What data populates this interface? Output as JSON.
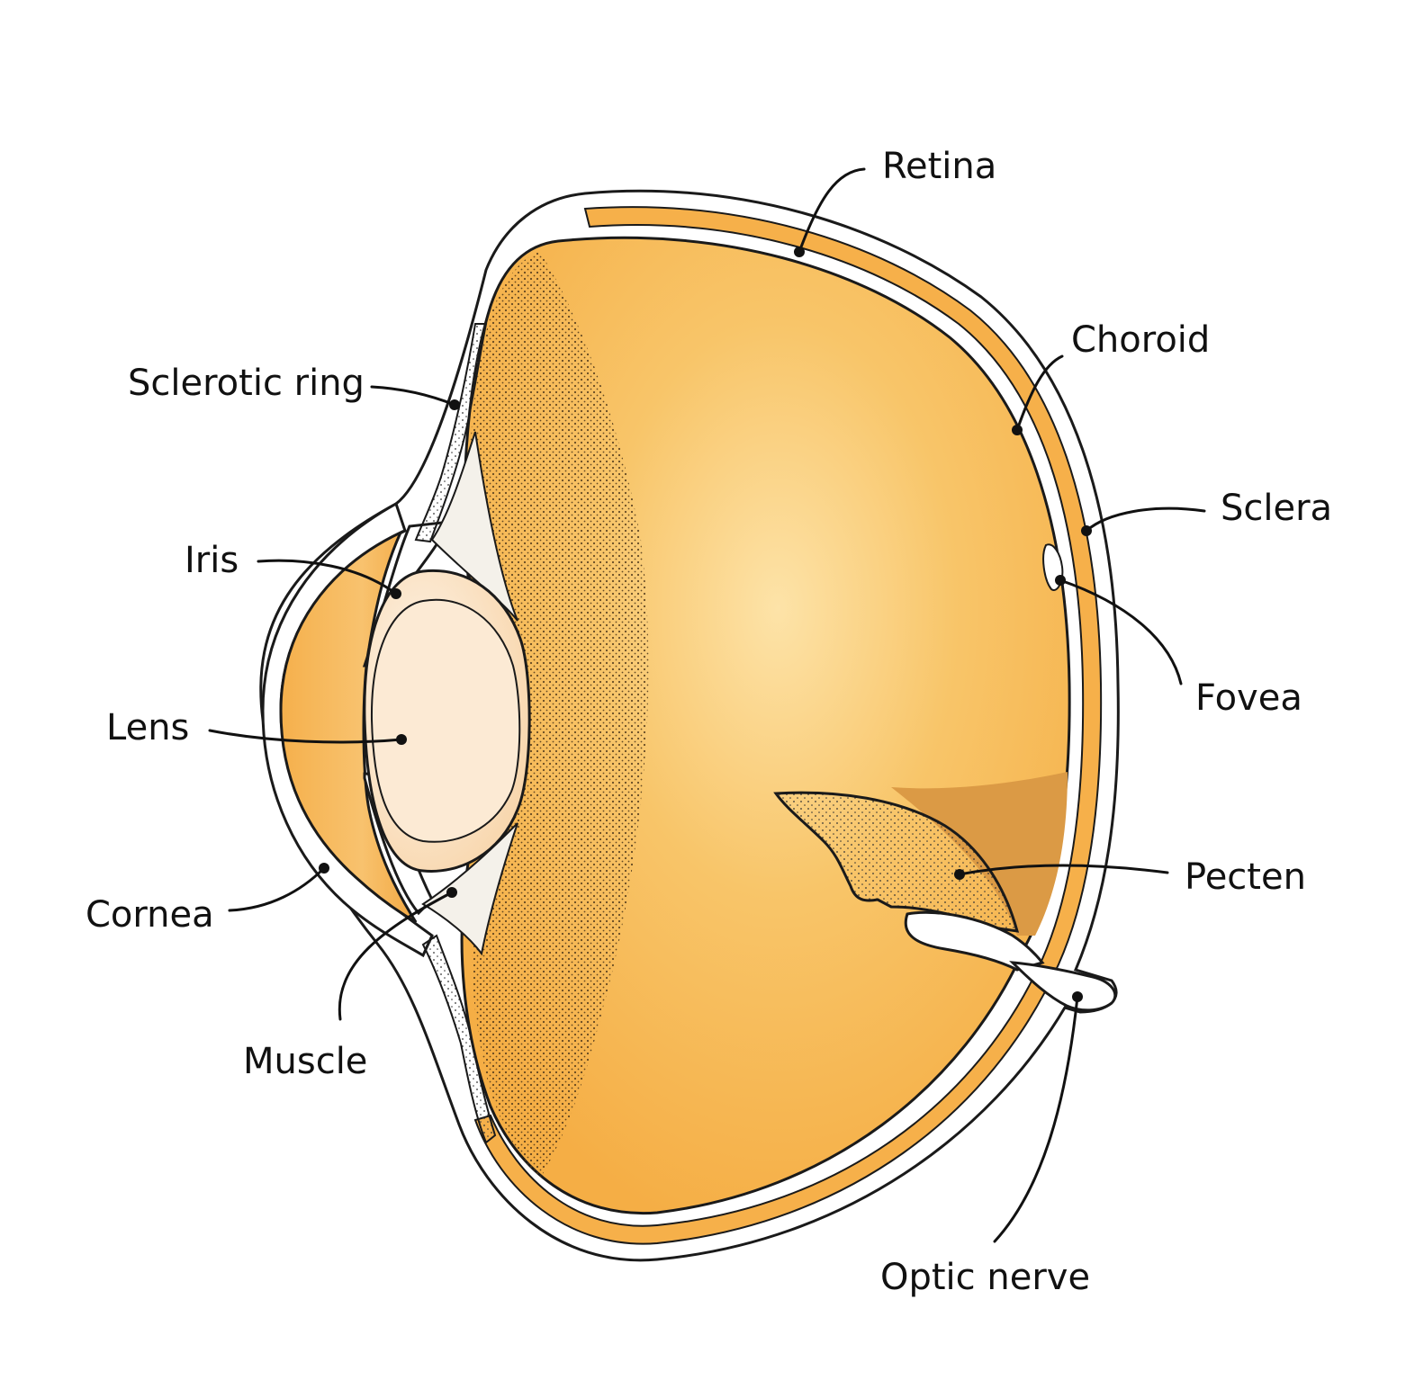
{
  "labels": {
    "retina": "Retina",
    "choroid": "Choroid",
    "sclerotic_ring": "Sclerotic ring",
    "sclera": "Sclera",
    "iris": "Iris",
    "fovea": "Fovea",
    "lens": "Lens",
    "pecten": "Pecten",
    "cornea": "Cornea",
    "muscle": "Muscle",
    "optic_nerve": "Optic nerve"
  },
  "colors": {
    "eyeball": "#F6B04A",
    "vitreous_highlight": "#FDE2A4",
    "lens": "#FCE8CF",
    "pecten_shadow": "#DB9A45",
    "tissue": "#FFFFFF",
    "outline": "#1A1A1A"
  }
}
